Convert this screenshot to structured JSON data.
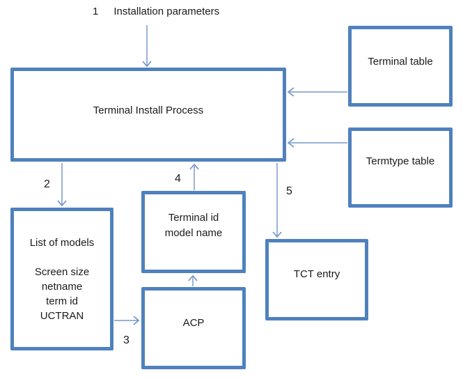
{
  "title_row": {
    "number": "1",
    "label": "Installation parameters"
  },
  "boxes": {
    "terminal_install_process": {
      "label": "Terminal Install Process"
    },
    "terminal_table": {
      "label": "Terminal table"
    },
    "termtype_table": {
      "label": "Termtype table"
    },
    "list_of_models": {
      "title": "List of models",
      "details": [
        "Screen size",
        "netname",
        "term id",
        "UCTRAN"
      ]
    },
    "terminal_id_model_name": {
      "lines": [
        "Terminal id",
        "model name"
      ]
    },
    "acp": {
      "label": "ACP"
    },
    "tct_entry": {
      "label": "TCT entry"
    }
  },
  "steps": {
    "s2": "2",
    "s3": "3",
    "s4": "4",
    "s5": "5"
  },
  "colors": {
    "box_border": "#4f81bd",
    "arrow": "#89a7d6",
    "arrow_head": "#6b91c9",
    "text": "#1a1a1a"
  }
}
